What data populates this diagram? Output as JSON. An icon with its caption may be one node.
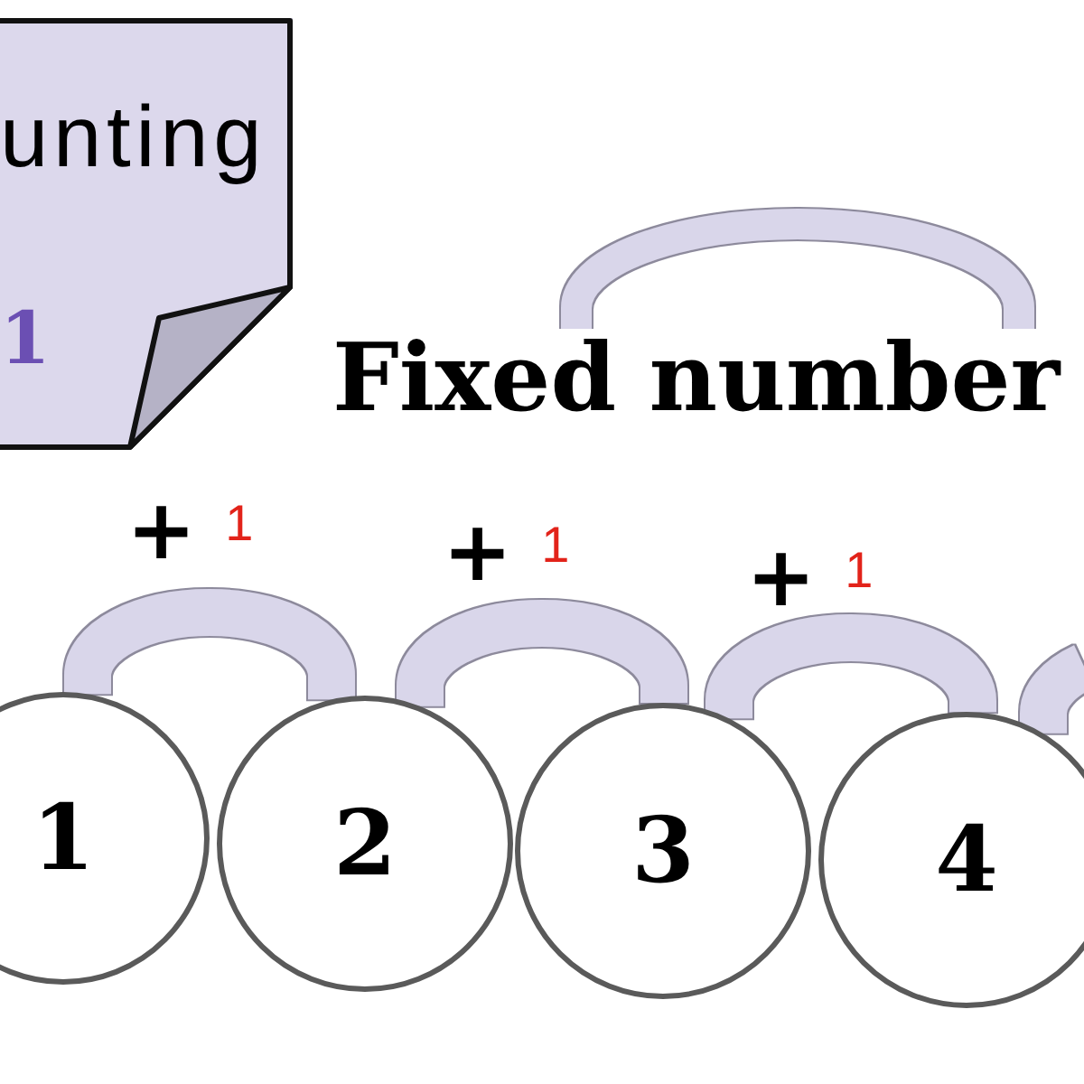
{
  "diagram": {
    "nodes": [
      {
        "text": [
          "unting",
          "1"
        ]
      },
      {
        "text": [
          "1"
        ]
      },
      {
        "text": [
          "2"
        ]
      },
      {
        "text": [
          "3"
        ]
      },
      {
        "text": [
          "4"
        ]
      }
    ],
    "edges": [
      {
        "from": 1,
        "to": 2,
        "arrow": "none",
        "label": "+ 1"
      },
      {
        "from": 2,
        "to": 3,
        "arrow": "none",
        "label": "+ 1"
      },
      {
        "from": 3,
        "to": 4,
        "arrow": "none",
        "label": "+ 1"
      },
      {
        "from": 4,
        "to": null,
        "arrow": "none"
      }
    ],
    "legend": [
      {
        "text": "Fixed number"
      }
    ]
  }
}
